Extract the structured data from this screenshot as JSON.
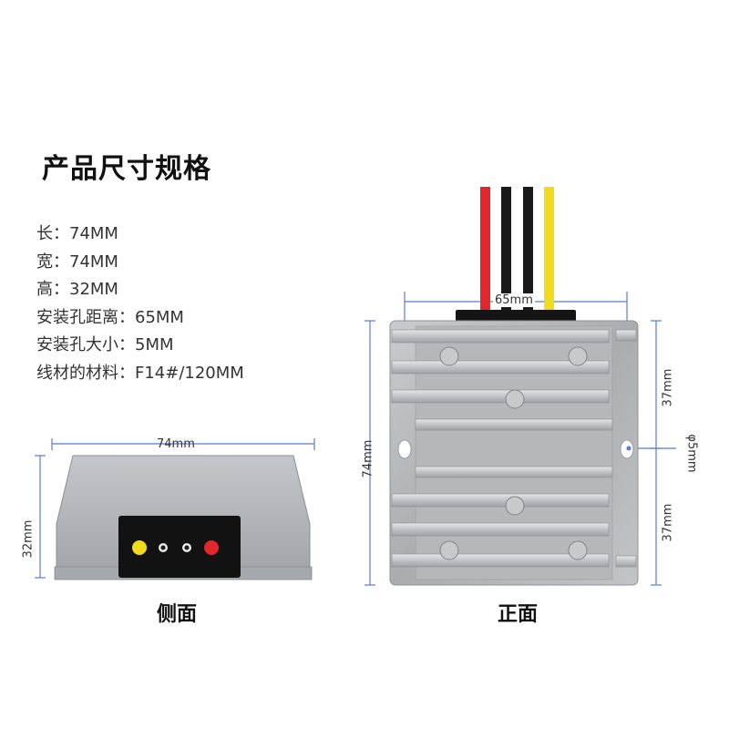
{
  "title": "产品尺寸规格",
  "specs": [
    {
      "label": "长：",
      "value": "74MM"
    },
    {
      "label": "宽：",
      "value": "74MM"
    },
    {
      "label": "高：",
      "value": "32MM"
    },
    {
      "label": "安装孔距离：",
      "value": "65MM"
    },
    {
      "label": "安装孔大小：",
      "value": "5MM"
    },
    {
      "label": "线材的材料：",
      "value": "F14#/120MM"
    }
  ],
  "side_view": {
    "caption": "侧面",
    "width_label": "74mm",
    "height_label": "32mm",
    "terminal_colors": [
      "#f1dc1c",
      "#1a1a1a",
      "#1a1a1a",
      "#e3262c"
    ]
  },
  "front_view": {
    "caption": "正面",
    "hole_distance_label": "65mm",
    "height_label": "74mm",
    "upper_half_label": "37mm",
    "lower_half_label": "37mm",
    "hole_size_label": "φ5mm",
    "wire_colors": [
      "#e3262c",
      "#1a1a1a",
      "#1a1a1a",
      "#f1dc1c"
    ]
  },
  "colors": {
    "dimension_line": "#5a7bd6",
    "housing": "#b9bcbf",
    "housing_dark": "#8e9296"
  }
}
